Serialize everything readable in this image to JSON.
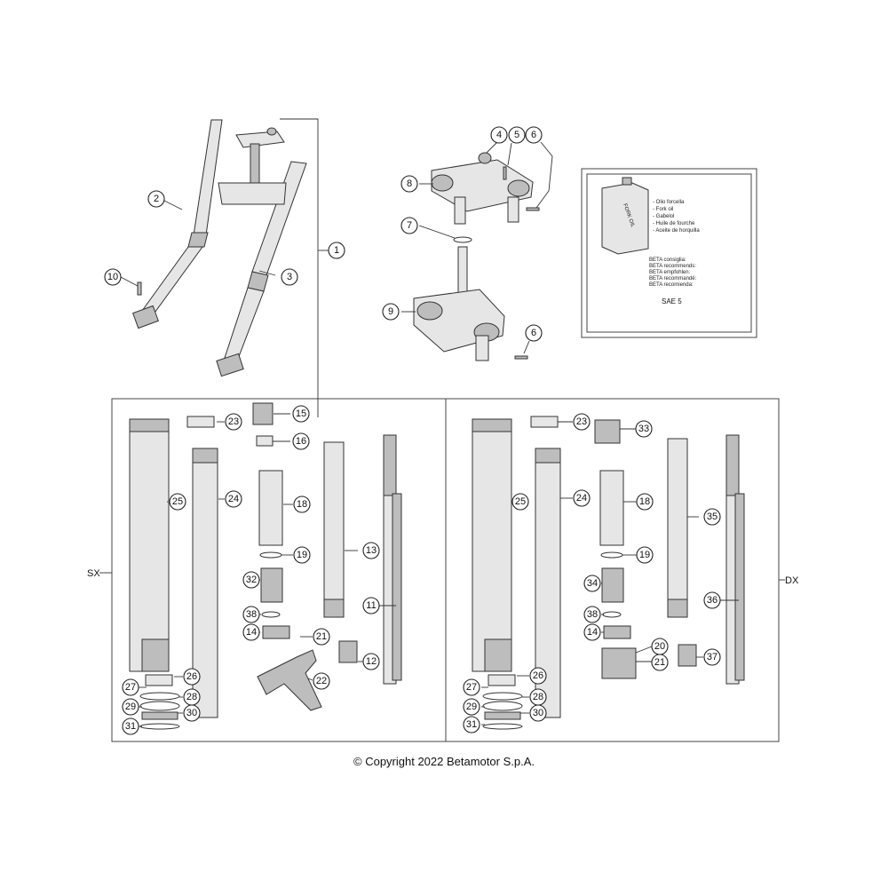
{
  "side_labels": {
    "left": "SX",
    "right": "DX"
  },
  "copyright": "© Copyright 2022 Betamotor S.p.A.",
  "oil_box": {
    "can_label": "FORK OIL",
    "lines": [
      "- Olio forcella",
      "- Fork oil",
      "- Gabelol",
      "- Huile de fourche",
      "- Aceite de horquilla"
    ],
    "recommend": [
      "BETA consiglia:",
      "BETA recommends:",
      "BETA empfohlen:",
      "BETA recommandé:",
      "BETA recomienda:"
    ],
    "grade": "SAE 5"
  },
  "callouts": {
    "c1": "1",
    "c2": "2",
    "c3": "3",
    "c4": "4",
    "c5": "5",
    "c6a": "6",
    "c6b": "6",
    "c7": "7",
    "c8": "8",
    "c9": "9",
    "c10": "10",
    "L11": "11",
    "L12": "12",
    "L13": "13",
    "L14": "14",
    "L15": "15",
    "L16": "16",
    "L18": "18",
    "L19": "19",
    "L21": "21",
    "L22": "22",
    "L23": "23",
    "L24": "24",
    "L25": "25",
    "L26": "26",
    "L27": "27",
    "L28": "28",
    "L29": "29",
    "L30": "30",
    "L31": "31",
    "L32": "32",
    "L38": "38",
    "R14": "14",
    "R18": "18",
    "R19": "19",
    "R20": "20",
    "R21": "21",
    "R23": "23",
    "R24": "24",
    "R25": "25",
    "R26": "26",
    "R27": "27",
    "R28": "28",
    "R29": "29",
    "R30": "30",
    "R31": "31",
    "R33": "33",
    "R34": "34",
    "R35": "35",
    "R36": "36",
    "R37": "37",
    "R38": "38"
  }
}
